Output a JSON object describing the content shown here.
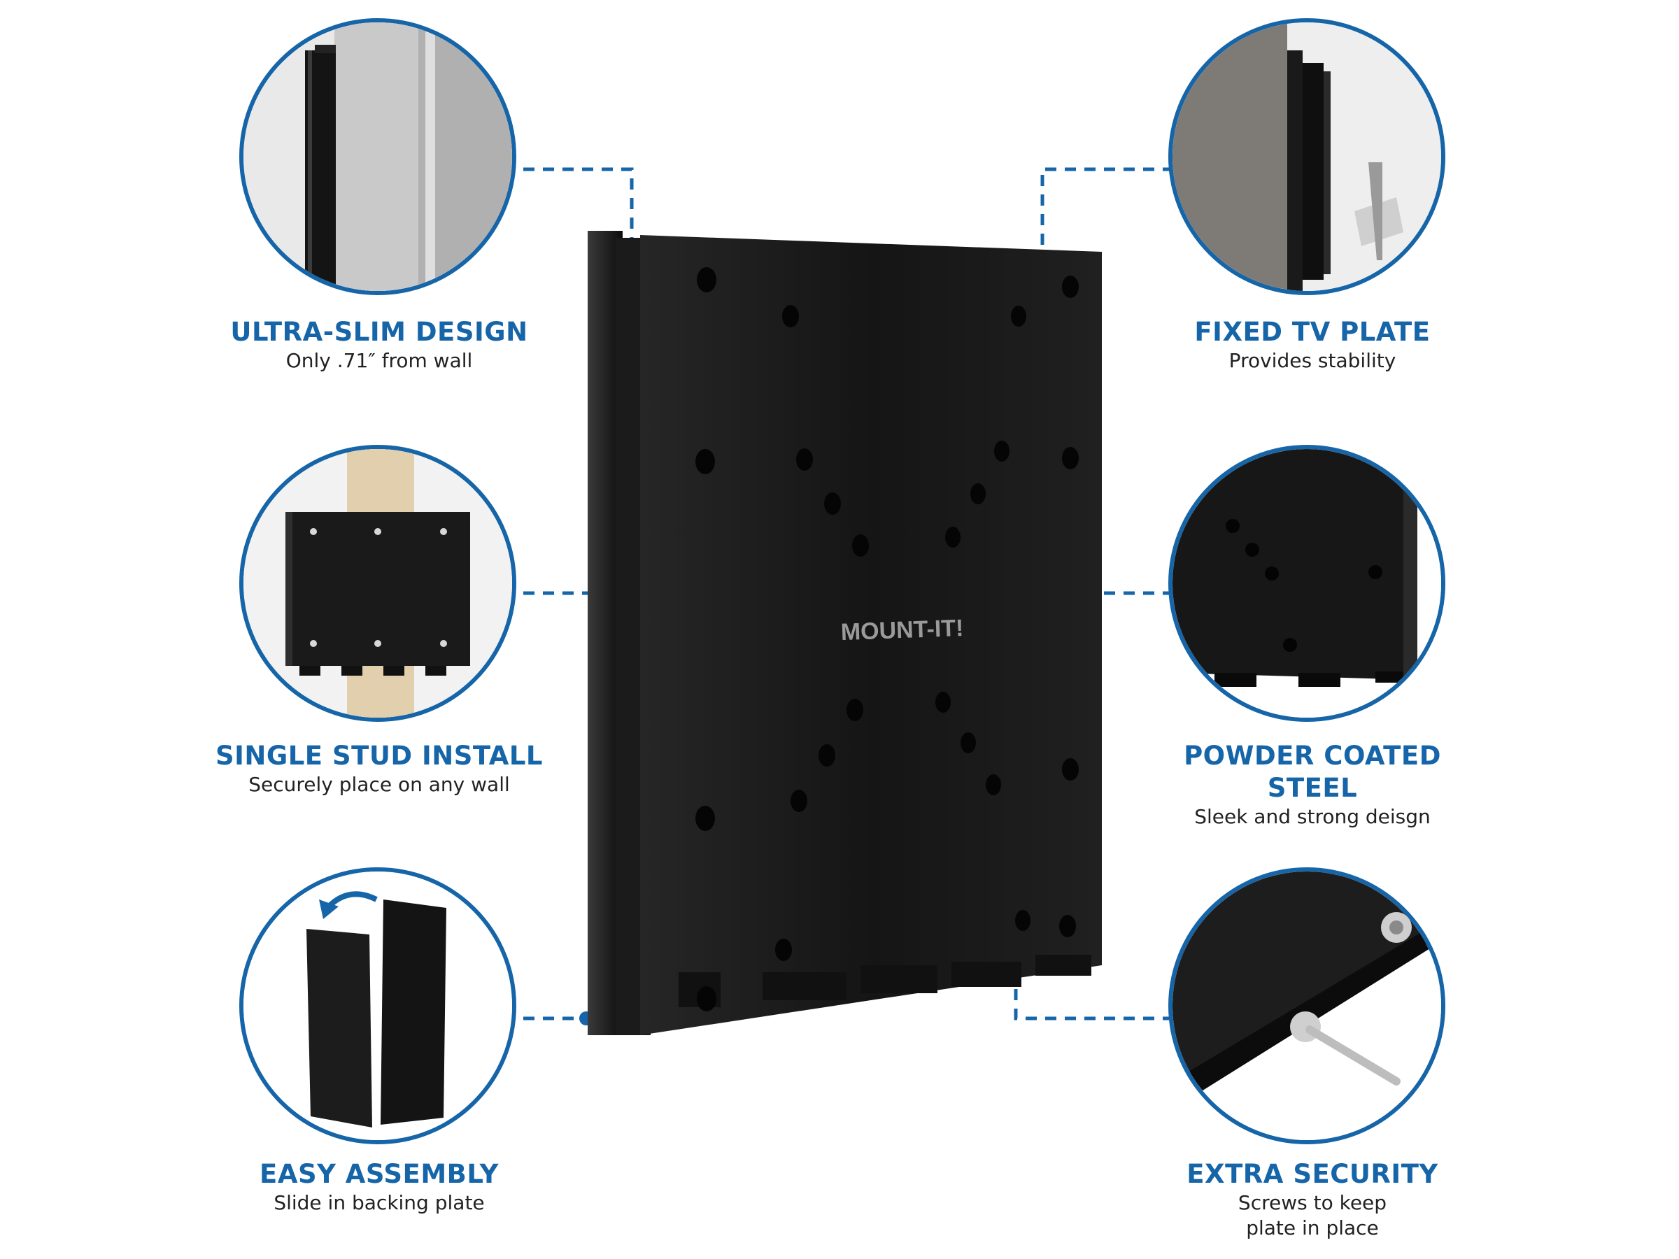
{
  "brand": {
    "logo_text": "MOUNT-IT!"
  },
  "colors": {
    "accent": "#1565a8",
    "text": "#222222",
    "plate": "#131313",
    "background": "#ffffff"
  },
  "features": {
    "ultra_slim": {
      "title": "ULTRA-SLIM DESIGN",
      "subtitle": "Only .71″ from wall"
    },
    "single_stud": {
      "title": "SINGLE STUD INSTALL",
      "subtitle": "Securely place on any wall"
    },
    "easy_assembly": {
      "title": "EASY ASSEMBLY",
      "subtitle": "Slide in backing plate"
    },
    "fixed_plate": {
      "title": "FIXED TV PLATE",
      "subtitle": "Provides stability"
    },
    "powder_coated": {
      "title_line1": "POWDER COATED",
      "title_line2": "STEEL",
      "subtitle": "Sleek and strong deisgn"
    },
    "extra_security": {
      "title": "EXTRA SECURITY",
      "subtitle_line1": "Screws to keep",
      "subtitle_line2": "plate in place"
    }
  }
}
